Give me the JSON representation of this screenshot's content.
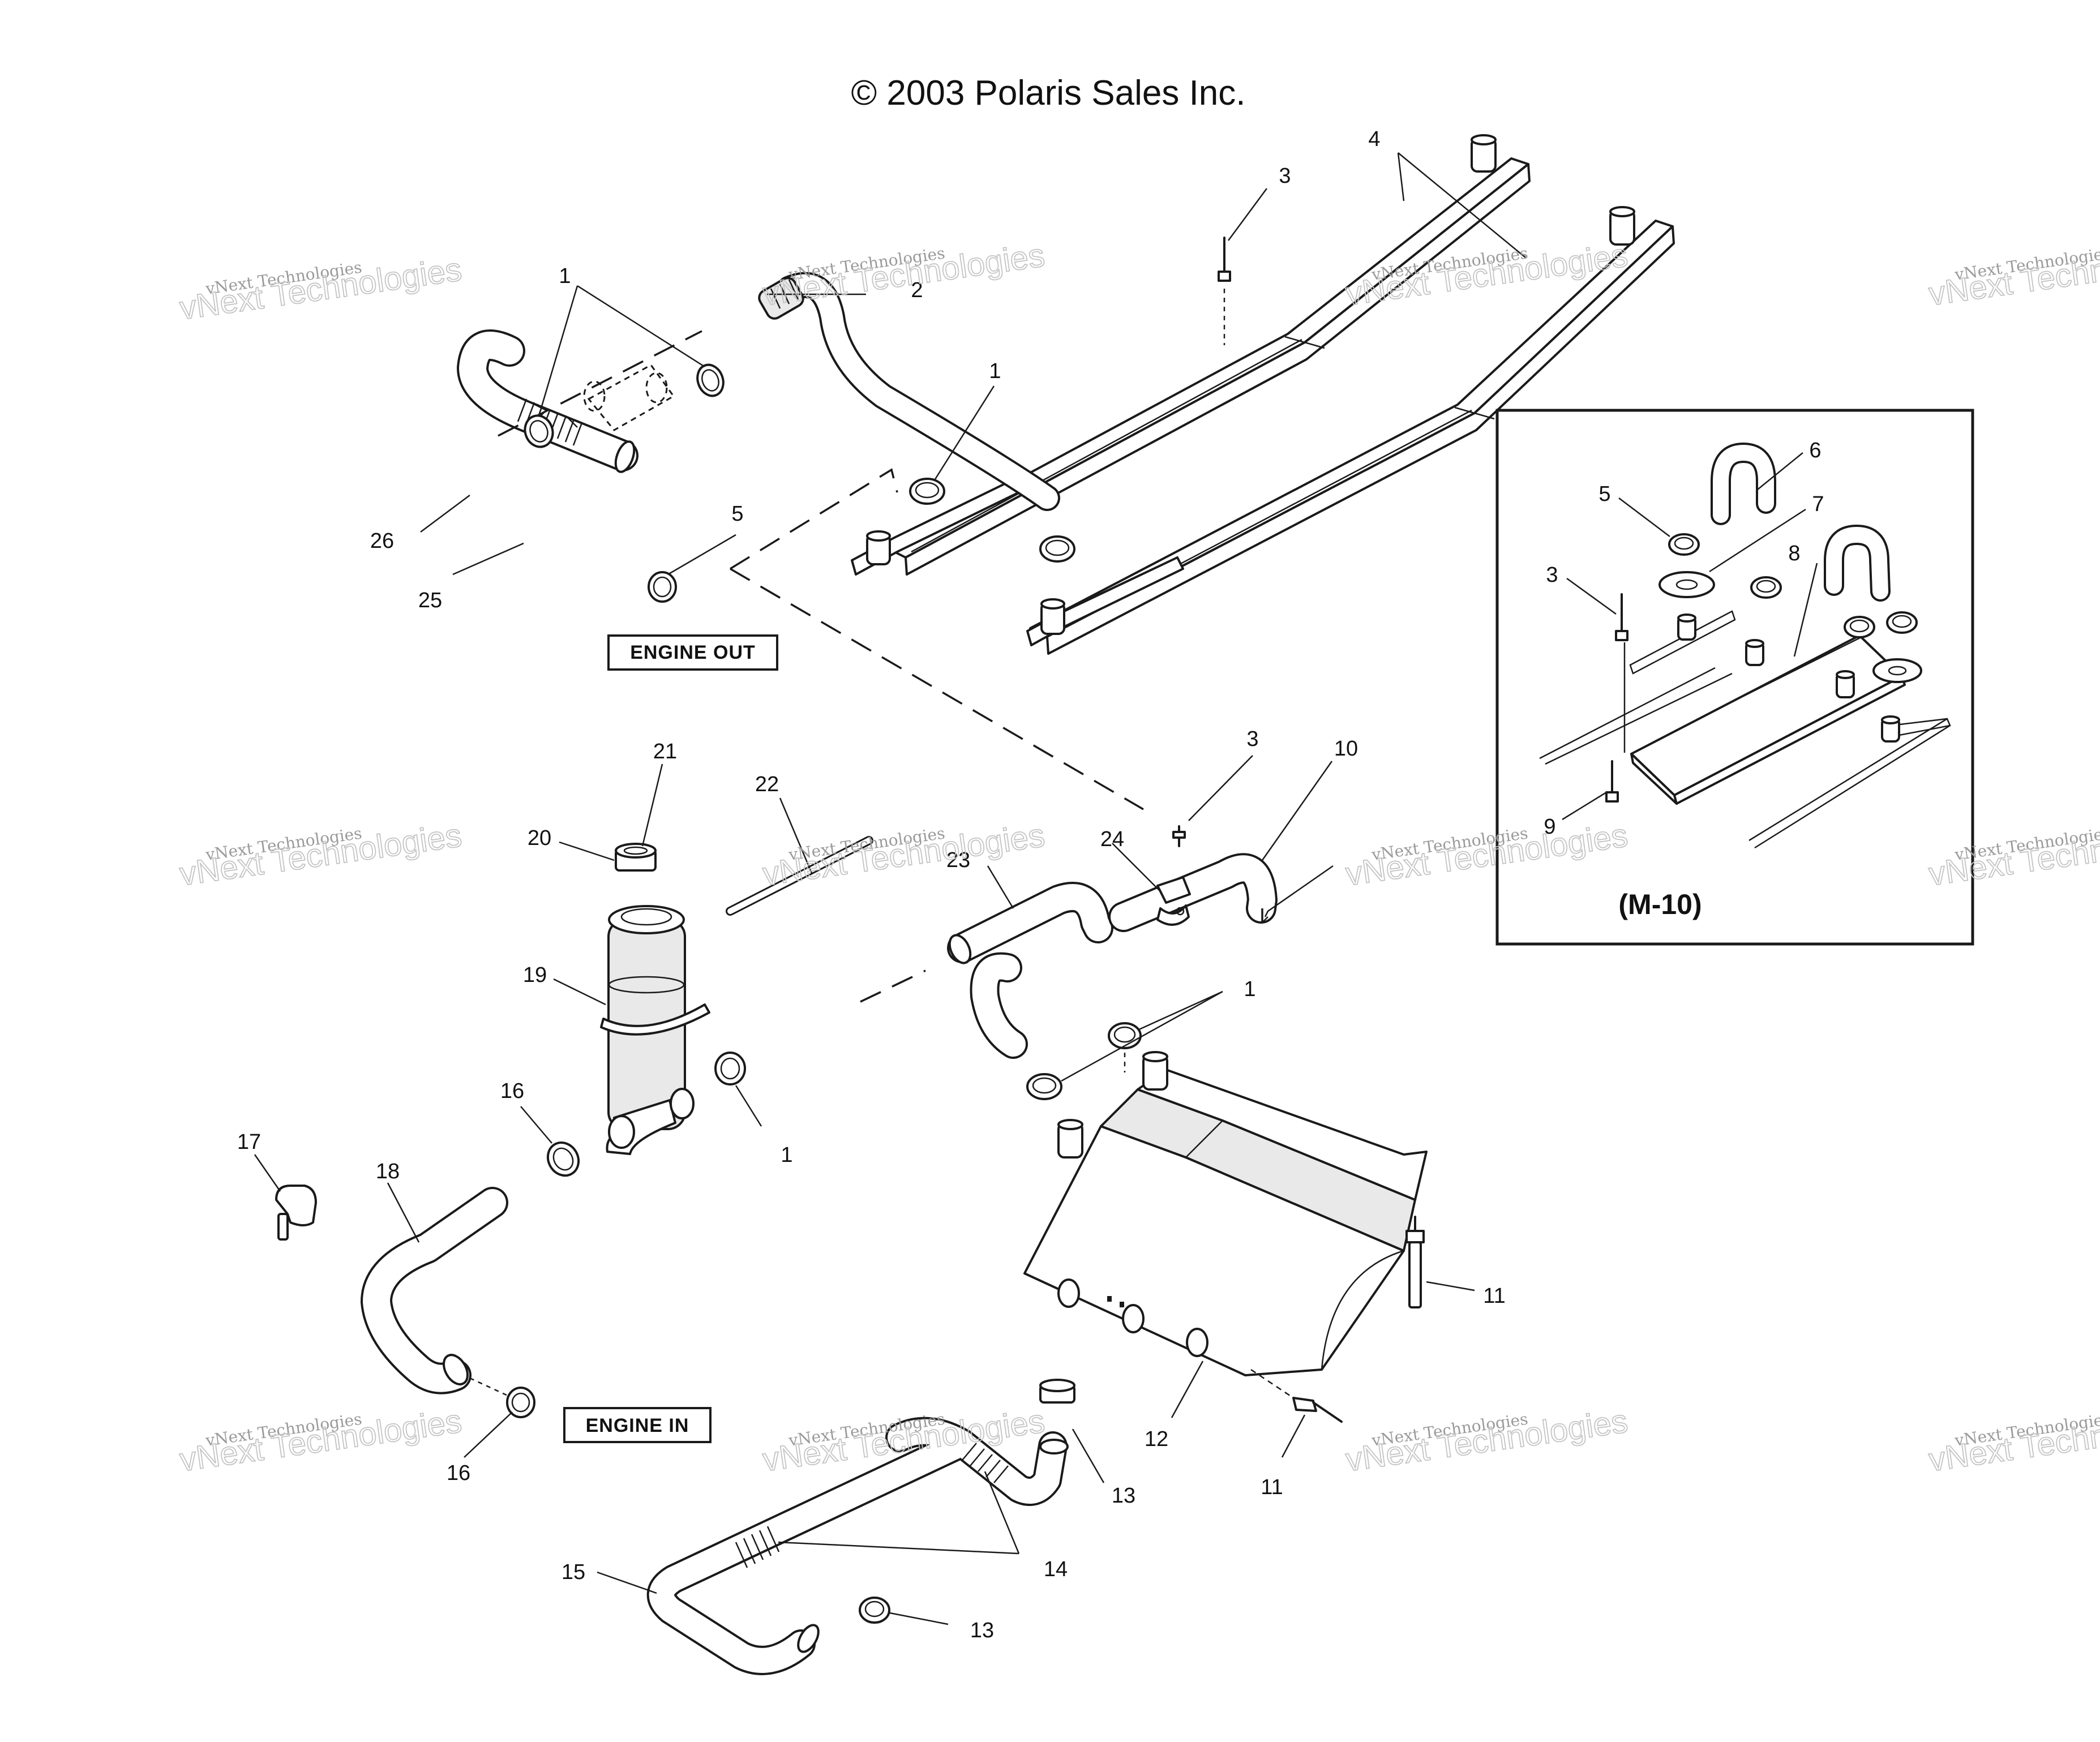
{
  "header": {
    "copyright": "© 2003 Polaris Sales Inc."
  },
  "tags": {
    "engine_out": "ENGINE OUT",
    "engine_in": "ENGINE IN"
  },
  "inset": {
    "label": "(M-10)"
  },
  "watermark": {
    "small": "vNext Technologies",
    "big": "vNext Technologies"
  },
  "callouts": [
    {
      "n": "1"
    },
    {
      "n": "2"
    },
    {
      "n": "3"
    },
    {
      "n": "4"
    },
    {
      "n": "1"
    },
    {
      "n": "5"
    },
    {
      "n": "26"
    },
    {
      "n": "25"
    },
    {
      "n": "21"
    },
    {
      "n": "20"
    },
    {
      "n": "19"
    },
    {
      "n": "22"
    },
    {
      "n": "23"
    },
    {
      "n": "3"
    },
    {
      "n": "10"
    },
    {
      "n": "24"
    },
    {
      "n": "1"
    },
    {
      "n": "16"
    },
    {
      "n": "1"
    },
    {
      "n": "17"
    },
    {
      "n": "18"
    },
    {
      "n": "16"
    },
    {
      "n": "11"
    },
    {
      "n": "12"
    },
    {
      "n": "11"
    },
    {
      "n": "13"
    },
    {
      "n": "14"
    },
    {
      "n": "15"
    },
    {
      "n": "13"
    },
    {
      "n": "6"
    },
    {
      "n": "5"
    },
    {
      "n": "7"
    },
    {
      "n": "3"
    },
    {
      "n": "8"
    },
    {
      "n": "9"
    }
  ]
}
